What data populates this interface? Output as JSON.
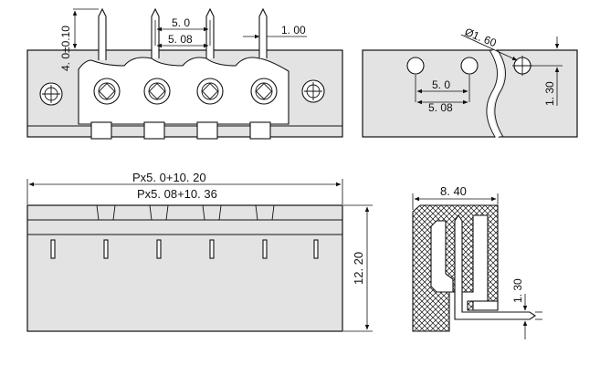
{
  "colors": {
    "line": "#111111",
    "body_fill": "#e3e3e3",
    "background": "#ffffff"
  },
  "front_view": {
    "dim_height": "4. 0±0.10",
    "dim_pitch_a": "5. 0",
    "dim_pitch_b": "5. 08",
    "dim_pin": "1. 00"
  },
  "side_view": {
    "dim_hole": "Ø1. 60",
    "dim_pitch_a": "5. 0",
    "dim_pitch_b": "5. 08",
    "dim_offset": "1. 30"
  },
  "bottom_view": {
    "dim_length_a": "Px5. 0+10. 20",
    "dim_length_b": "Px5. 08+10. 36",
    "dim_height": "12. 20"
  },
  "section_view": {
    "dim_width": "8. 40",
    "dim_pin": "1. 30"
  }
}
